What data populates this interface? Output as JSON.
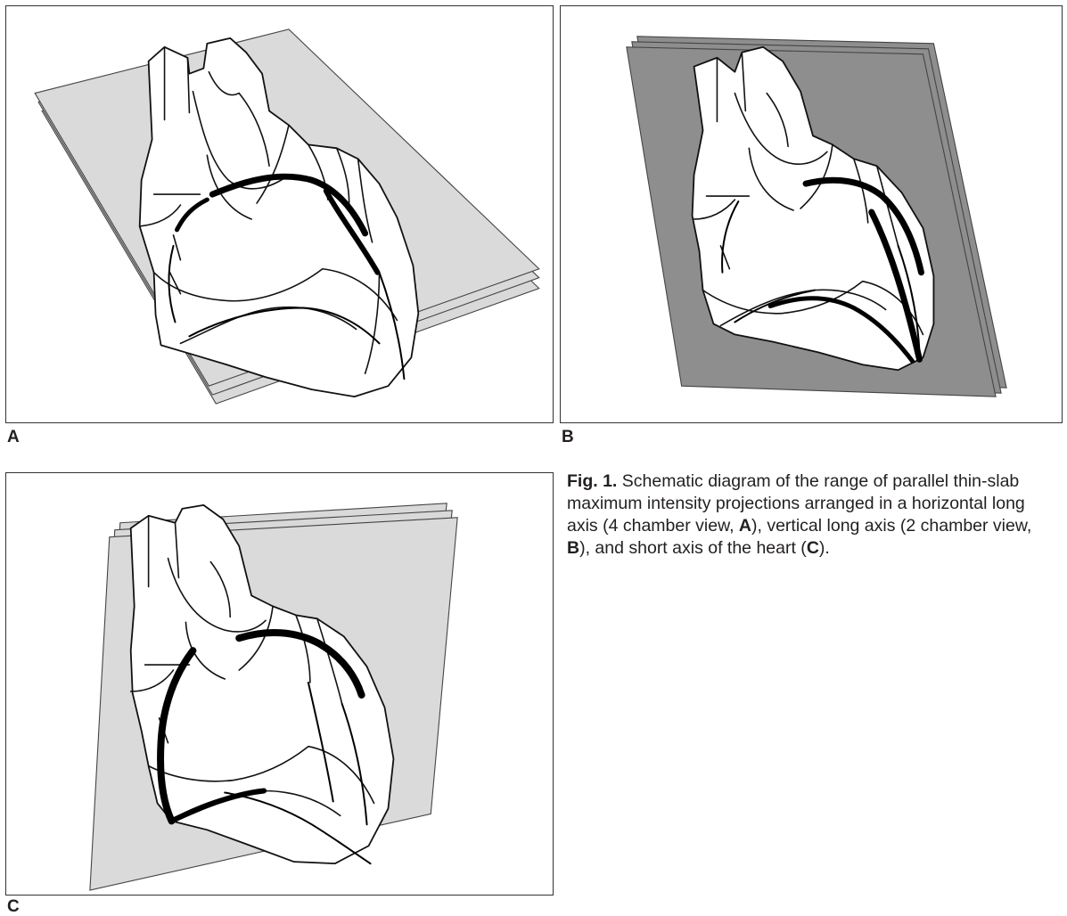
{
  "panels": [
    {
      "label": "A"
    },
    {
      "label": "B"
    },
    {
      "label": "C"
    }
  ],
  "caption": {
    "figure_label": "Fig. 1.",
    "text_1": " Schematic diagram of the range of parallel thin-slab maximum intensity projections arranged in a horizontal long axis (4 chamber view, ",
    "bold_1": "A",
    "text_2": "), vertical long axis (2 chamber view, ",
    "bold_2": "B",
    "text_3": "), and short axis of the heart (",
    "bold_3": "C",
    "text_4": ")."
  },
  "colors": {
    "slab_light": "#d9d9d9",
    "slab_dark": "#8e8e8e",
    "outline": "#111111"
  }
}
